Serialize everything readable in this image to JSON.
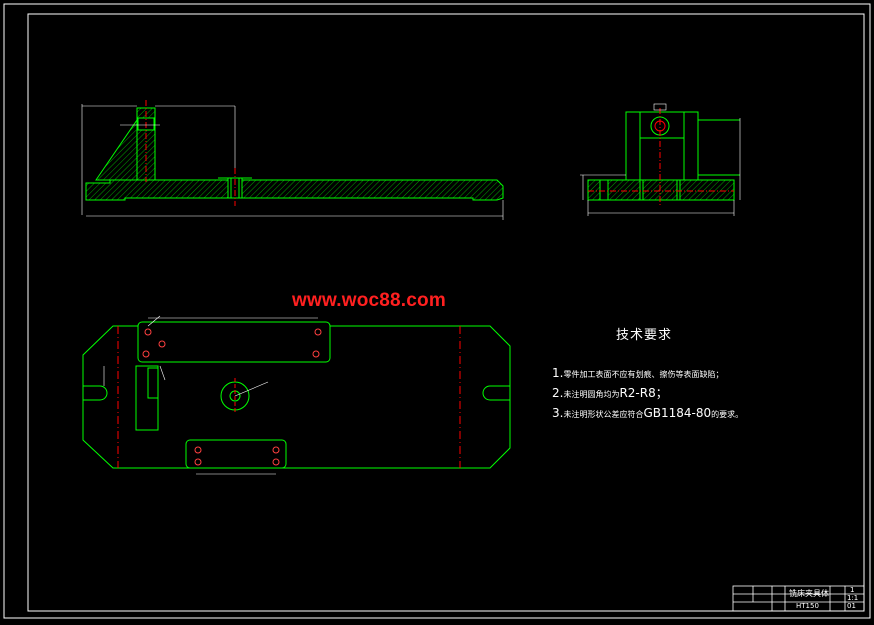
{
  "watermark": "www.woc88.com",
  "requirements": {
    "title": "技术要求",
    "items": [
      {
        "num": "1.",
        "text_small": "零件加工表面不应有划痕、擦伤等表面缺陷；",
        "text_large": ""
      },
      {
        "num": "2.",
        "text_small": "未注明圆角均为",
        "text_large": "R2-R8；"
      },
      {
        "num": "3.",
        "text_small": "未注明形状公差应符合",
        "text_large": "GB1184-80",
        "text_tail": "的要求。"
      }
    ]
  },
  "title_block": {
    "part_name": "铣床夹具体",
    "material": "HT150",
    "scale": "1:1",
    "sheet": "01",
    "count": "1"
  },
  "colors": {
    "border": "#ffffff",
    "outline": "#00ff00",
    "center_line": "#ff0000",
    "hatch": "#00ff00",
    "dimension": "#ffffff",
    "hole": "#ff0000"
  }
}
